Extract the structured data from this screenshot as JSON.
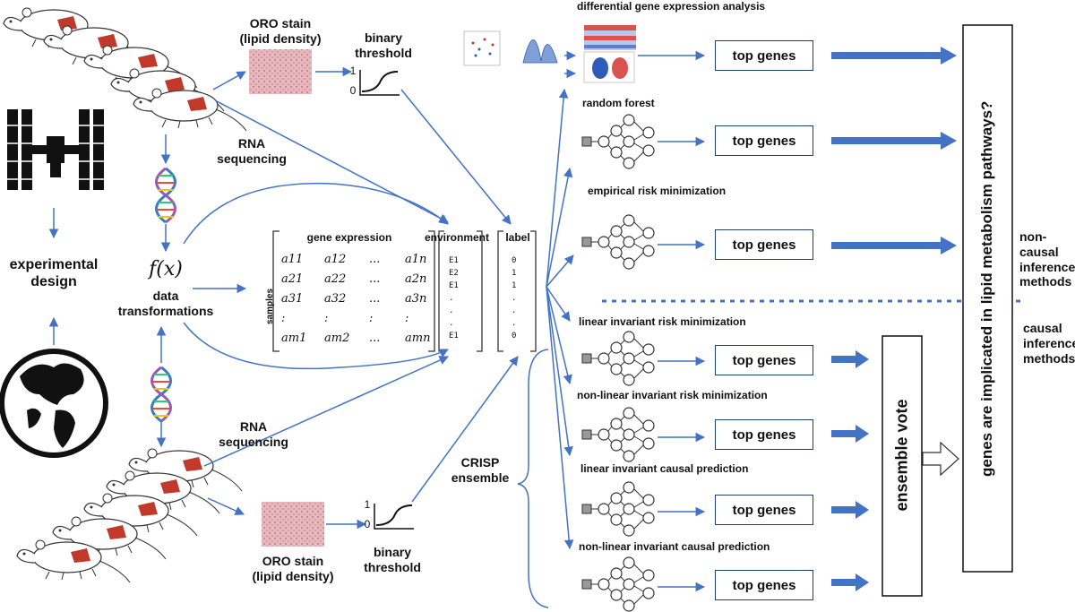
{
  "ui": {
    "experimental_design": "experimental\ndesign",
    "ro_stain_top": "ORO stain\n(lipid density)",
    "ro_stain_bottom": "ORO stain\n(lipid density)",
    "binary_threshold_top": "binary\nthreshold",
    "binary_threshold_bottom": "binary\nthreshold",
    "rna_seq_top": "RNA\nsequencing",
    "rna_seq_bottom": "RNA\nsequencing",
    "data_transformations": "data\ntransformations",
    "fx": "f(x)",
    "gene_expression": "gene expression",
    "environment": "environment",
    "label": "label",
    "samples": "samples",
    "threshold_axis_1": "1",
    "threshold_axis_0": "0",
    "crisp_ensemble": "CRISP\nensemble",
    "ensemble_vote": "ensemble vote",
    "final_question": "genes are implicated in lipid metabolism pathways?",
    "non_causal": "non-causal\ninference\nmethods",
    "causal": "causal\ninference\nmethods",
    "top_genes_first": "top  genes",
    "top_genes": "top genes"
  },
  "methods": [
    "differential gene expression analysis",
    "random forest",
    "empirical risk minimization",
    "linear invariant risk minimization",
    "non-linear invariant risk minimization",
    "linear invariant causal prediction",
    "non-linear invariant causal prediction"
  ],
  "environment_values": [
    "E1",
    "E2",
    "E1",
    ".",
    ".",
    ".",
    "E1"
  ],
  "label_values": [
    "0",
    "1",
    "1",
    ".",
    ".",
    ".",
    "0"
  ],
  "matrix": {
    "rows": [
      [
        "a11",
        "a12",
        "...",
        "a1n"
      ],
      [
        "a21",
        "a22",
        "...",
        "a2n"
      ],
      [
        "a31",
        "a32",
        "...",
        "a3n"
      ],
      [
        ":",
        ":",
        ":",
        ":"
      ],
      [
        "am1",
        "am2",
        "...",
        "amn"
      ]
    ]
  },
  "colors": {
    "arrow": "#4472c4",
    "box_border": "#1f3f73",
    "block_arrow": "#4472c4",
    "mouse_red": "#c0392b"
  }
}
